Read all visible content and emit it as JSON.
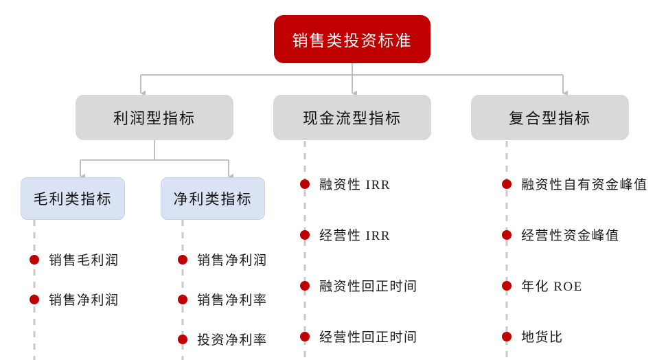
{
  "diagram": {
    "title": "销售类投资标准",
    "colors": {
      "root_fill": "#c00000",
      "root_text": "#ffffff",
      "level2_fill": "#d9d9d9",
      "level3_fill": "#dae3f3",
      "bullet": "#c00000",
      "connector": "#bfbfbf",
      "dashed_line": "#c9c9c9",
      "background": "#ffffff"
    },
    "root": {
      "label": "销售类投资标准"
    },
    "level2": [
      {
        "label": "利润型指标"
      },
      {
        "label": "现金流型指标"
      },
      {
        "label": "复合型指标"
      }
    ],
    "level3": [
      {
        "label": "毛利类指标"
      },
      {
        "label": "净利类指标"
      }
    ],
    "columns": [
      {
        "parent": "毛利类指标",
        "items": [
          "销售毛利润",
          "销售净利润"
        ]
      },
      {
        "parent": "净利类指标",
        "items": [
          "销售净利润",
          "销售净利率",
          "投资净利率"
        ]
      },
      {
        "parent": "现金流型指标",
        "items": [
          "融资性 IRR",
          "经营性 IRR",
          "融资性回正时间",
          "经营性回正时间"
        ]
      },
      {
        "parent": "复合型指标",
        "items": [
          "融资性自有资金峰值",
          "经营性资金峰值",
          "年化 ROE",
          "地货比"
        ]
      }
    ]
  }
}
